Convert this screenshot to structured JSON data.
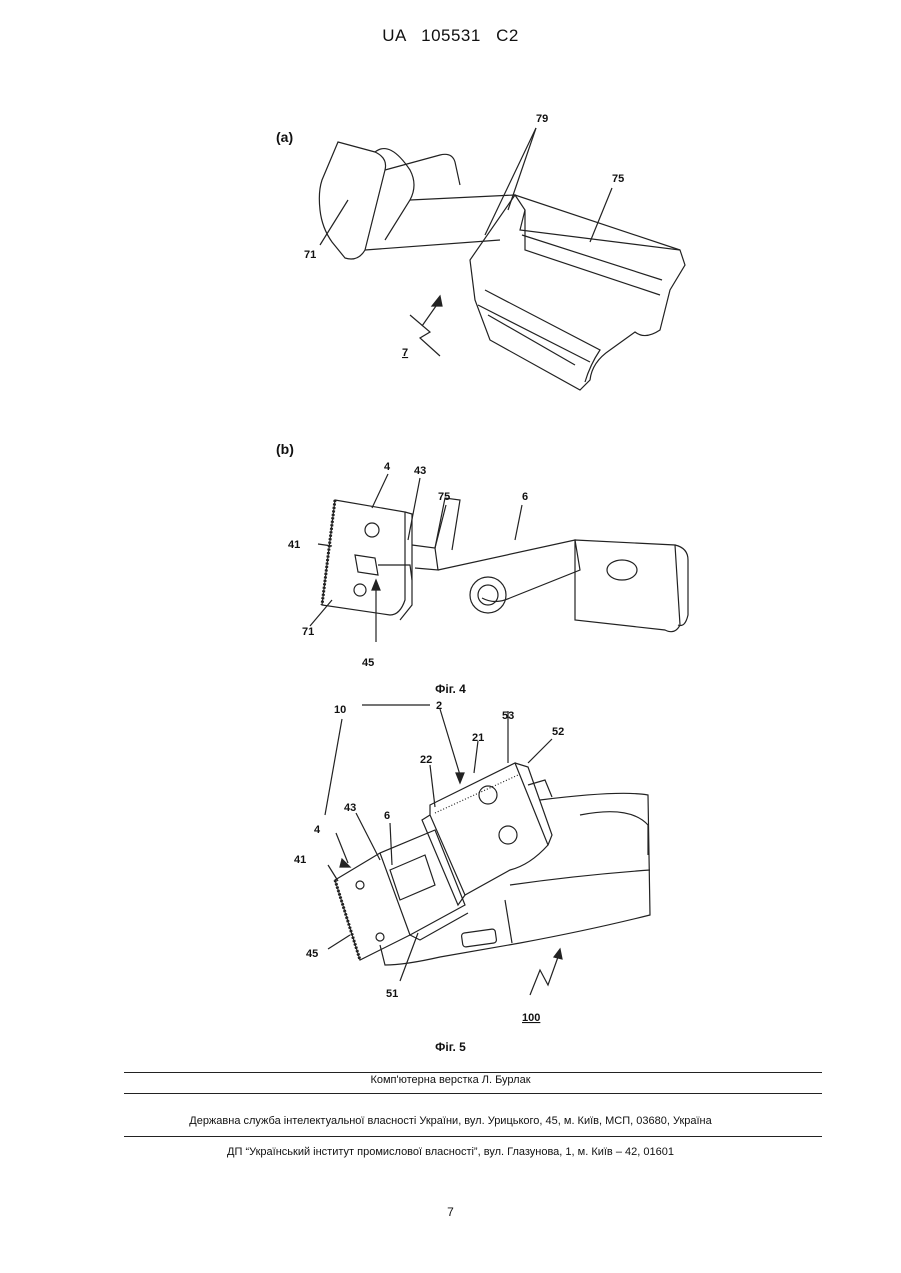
{
  "header": {
    "country": "UA",
    "number": "105531",
    "kind": "C2"
  },
  "figure4": {
    "caption": "Фіг. 4",
    "panel_a": {
      "label": "(a)",
      "callouts": [
        "79",
        "75",
        "71",
        "7"
      ]
    },
    "panel_b": {
      "label": "(b)",
      "callouts": [
        "4",
        "43",
        "75",
        "6",
        "41",
        "71",
        "45"
      ]
    }
  },
  "figure5": {
    "caption": "Фіг. 5",
    "callouts": [
      "10",
      "2",
      "53",
      "21",
      "52",
      "22",
      "43",
      "6",
      "4",
      "41",
      "45",
      "51",
      "100"
    ]
  },
  "footer": {
    "layout_credit": "Комп'ютерна верстка Л. Бурлак",
    "agency": "Державна служба інтелектуальної власності України, вул. Урицького, 45, м. Київ, МСП, 03680, Україна",
    "institute": "ДП “Український інститут промислової власності”, вул. Глазунова, 1, м. Київ – 42, 01601"
  },
  "page_number": "7"
}
